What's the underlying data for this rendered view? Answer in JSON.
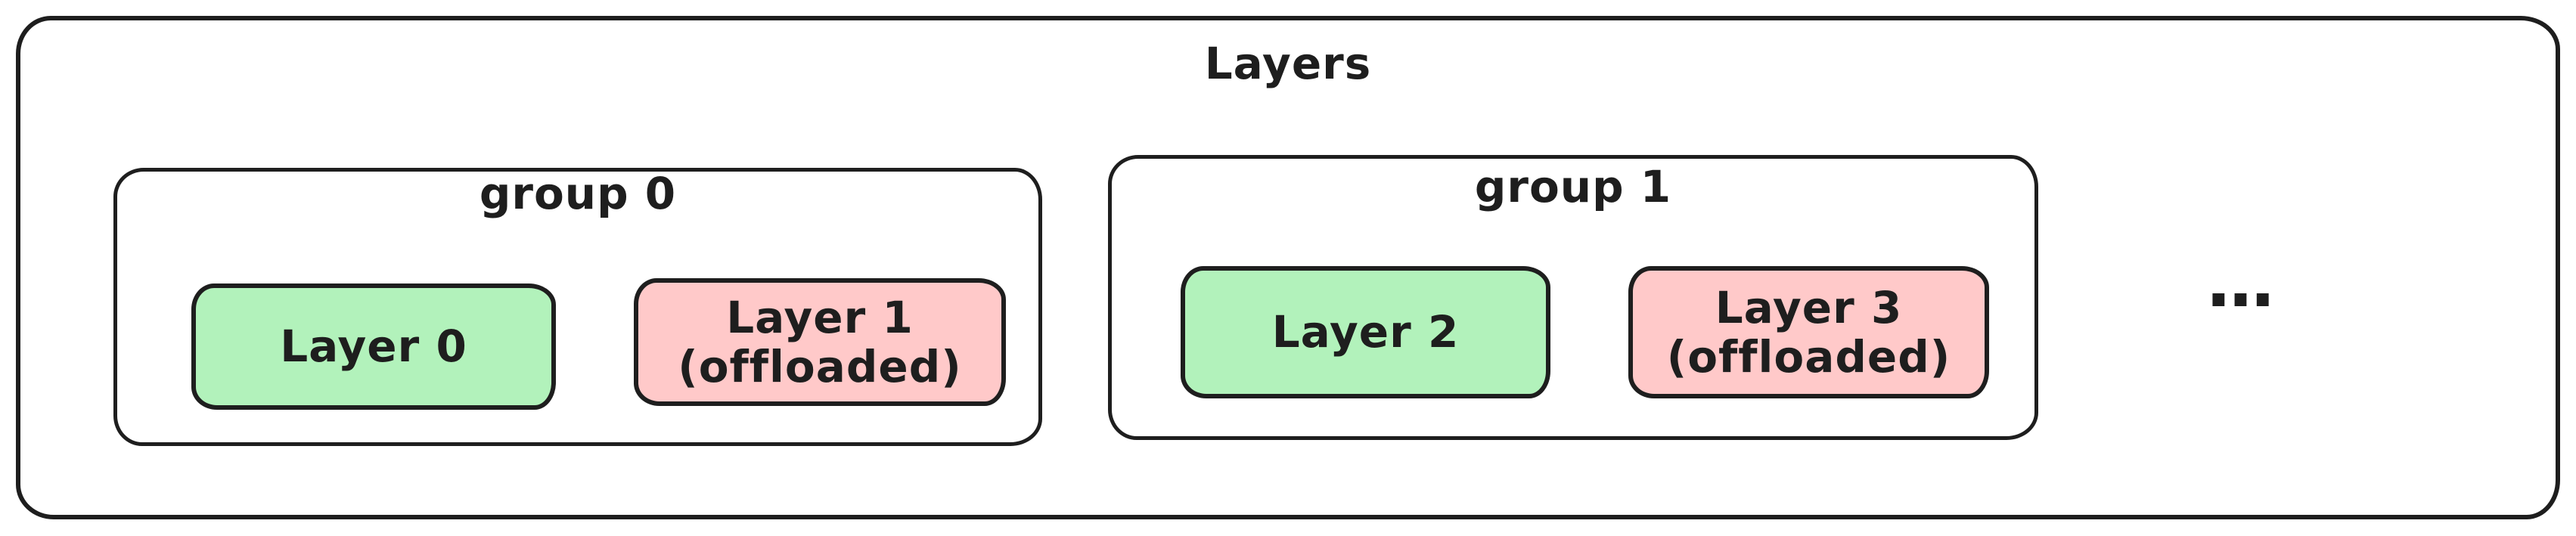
{
  "diagram": {
    "title": "Layers",
    "ellipsis": "...",
    "colors": {
      "loaded_fill": "#b2f2bb",
      "offloaded_fill": "#ffc9c9",
      "stroke": "#1e1e1e",
      "canvas_background": "#ffffff"
    },
    "groups": [
      {
        "label": "group 0",
        "layers": [
          {
            "label": "Layer 0",
            "sublabel": "",
            "state": "loaded"
          },
          {
            "label": "Layer 1",
            "sublabel": "(offloaded)",
            "state": "offloaded"
          }
        ]
      },
      {
        "label": "group 1",
        "layers": [
          {
            "label": "Layer 2",
            "sublabel": "",
            "state": "loaded"
          },
          {
            "label": "Layer 3",
            "sublabel": "(offloaded)",
            "state": "offloaded"
          }
        ]
      }
    ]
  }
}
